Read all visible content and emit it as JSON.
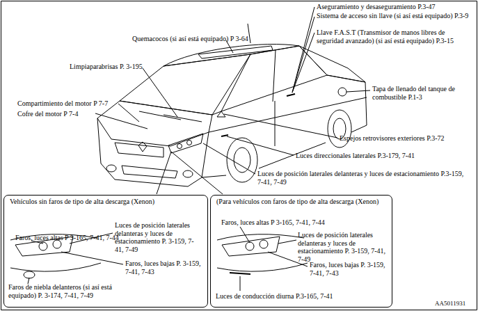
{
  "diagram": {
    "nodes": [
      {
        "text": [
          "Vehículos sin faros de tipo de alta descarga (Xenon)"
        ]
      },
      {
        "text": [
          "(Para vehículos con faros de tipo de alta descarga (Xenon)"
        ]
      }
    ],
    "labels": [
      "Aseguramiento y desaseguramiento P.3-47",
      "Sistema de acceso sin llave (si así está equipado) P.3-9",
      "Llave F.A.S.T (Transmisor de manos libres de seguridad avanzado) (si así está equipado) P.3-15",
      "Quemacocos (si así está equipado) P 3-64",
      "Limpiaparabrisas P. 3-195",
      "Compartimiento del motor P 7-7",
      "Cofre del motor P 7-4",
      "Tapa de llenado del tanque de combustible P.1-3",
      "Espejos retrovisores exteriores P.3-72",
      "Luces direccionales laterales P.3-179, 7-41",
      "Luces de posición laterales delanteras y luces de estacionamiento P.3-159, 7-41, 7-49",
      "Faros, luces altas P 3-165, 7-41, 7-44",
      "Luces de posición laterales delanteras y luces de estacionamiento P. 3-159, 7-41, 7-49",
      "Faros, luces bajas P. 3-159, 7-41, 7-43",
      "Faros de niebla delanteros (si así está equipado) P. 3-174, 7-41, 7-49",
      "Faros, luces altas P 3-165, 7-41, 7-44",
      "Luces de posición laterales delanteras y luces de estacionamiento P. 3-159, 7-41, 7-49",
      "Faros, luces bajas P. 3-159, 7-41, 7-43",
      "Luces de conducción diurna P.3-165, 7-41",
      "AA5011931"
    ]
  }
}
